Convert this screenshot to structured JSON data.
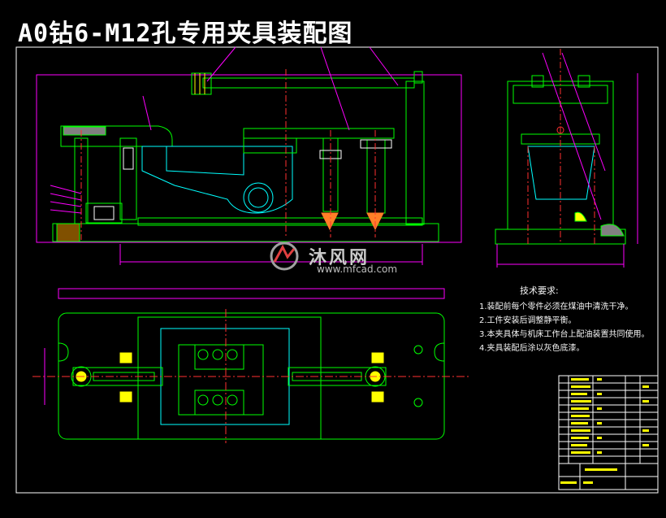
{
  "drawing": {
    "title": "A0钻6-M12孔专用夹具装配图",
    "watermark": {
      "name": "沐风网",
      "url": "www.mfcad.com"
    },
    "technical_requirements": {
      "heading": "技术要求:",
      "items": [
        "1.装配前每个零件必须在煤油中清洗干净。",
        "2.工件安装后调整静平衡。",
        "3.本夹具体与机床工作台上配油装置共同使用。",
        "4.夹具装配后涂以灰色底漆。"
      ]
    },
    "colors": {
      "background": "#000000",
      "outline": "#00ff00",
      "dimension": "#ff00ff",
      "center_line": "#ff3030",
      "hidden_part": "#00ffff",
      "title_text": "#ffffff",
      "parts_list_fill": "#ffff00"
    }
  }
}
